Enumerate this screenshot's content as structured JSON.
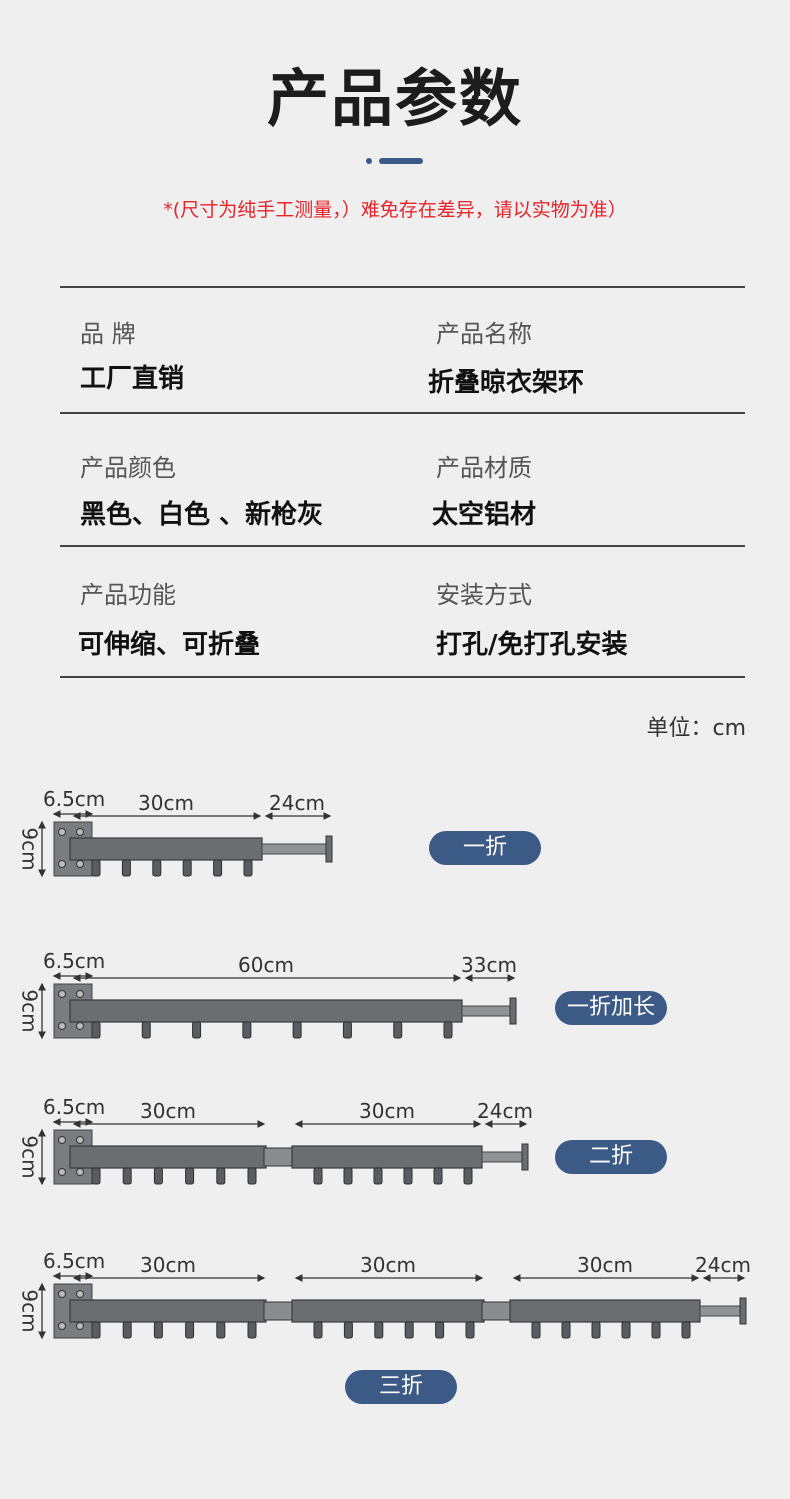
{
  "title": "产品参数",
  "note": "*(尺寸为纯手工测量，）难免存在差异，请以实物为准）",
  "specs": [
    {
      "label": "品 牌",
      "value": "工厂直销"
    },
    {
      "label": "产品名称",
      "value": "折叠晾衣架环"
    },
    {
      "label": "产品颜色",
      "value": "黑色、白色 、新枪灰"
    },
    {
      "label": "产品材质",
      "value": "太空铝材"
    },
    {
      "label": "产品功能",
      "value": "可伸缩、可折叠"
    },
    {
      "label": "安装方式",
      "value": "打孔/免打孔安装"
    }
  ],
  "unit_label": "单位：cm",
  "variants": [
    {
      "name": "一折",
      "height": "9cm",
      "base": "6.5cm",
      "segments": [
        "30cm"
      ],
      "extension": "24cm"
    },
    {
      "name": "一折加长",
      "height": "9cm",
      "base": "6.5cm",
      "segments": [
        "60cm"
      ],
      "extension": "33cm"
    },
    {
      "name": "二折",
      "height": "9cm",
      "base": "6.5cm",
      "segments": [
        "30cm",
        "30cm"
      ],
      "extension": "24cm"
    },
    {
      "name": "三折",
      "height": "9cm",
      "base": "6.5cm",
      "segments": [
        "30cm",
        "30cm",
        "30cm"
      ],
      "extension": "24cm"
    }
  ],
  "colors": {
    "accent": "#3b5a86",
    "note": "#e8242a",
    "rail": "#6b6d71"
  }
}
